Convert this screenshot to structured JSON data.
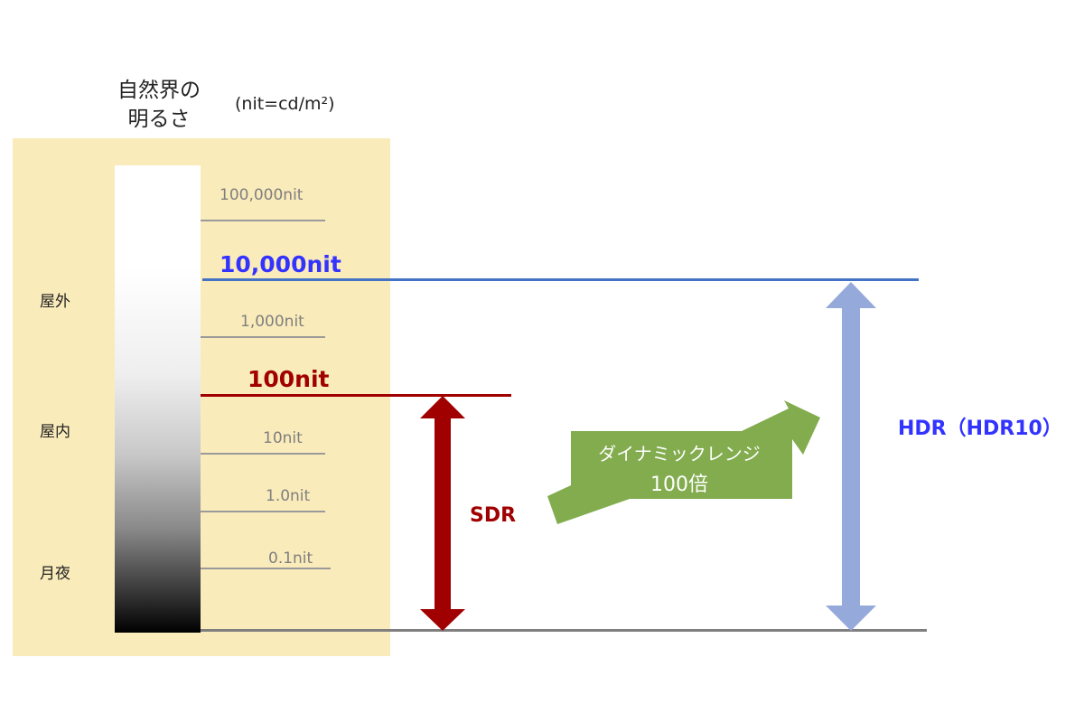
{
  "title_line1": "自然界の",
  "title_line2": "明るさ",
  "unit": "(nit=cd/m²)",
  "scale_labels": [
    "100,000nit",
    "1,000nit",
    "10nit",
    "1.0nit",
    "0.1nit"
  ],
  "highlight_labels": {
    "hdr_peak": "10,000nit",
    "sdr_peak": "100nit"
  },
  "zones": [
    "屋外",
    "屋内",
    "月夜"
  ],
  "sdr_label": "SDR",
  "hdr_label": "HDR（HDR10）",
  "arrow_text": {
    "line1": "ダイナミックレンジ",
    "line2": "100倍"
  },
  "colors": {
    "background_band": "#FAEBBB",
    "sdr": "#A00000",
    "hdr_arrow": "#95AADB",
    "hdr_text": "#3333FF",
    "hdr_line": "#4472C4",
    "green_arrow": "#82AC4E",
    "gray": "#7F7F7F"
  }
}
